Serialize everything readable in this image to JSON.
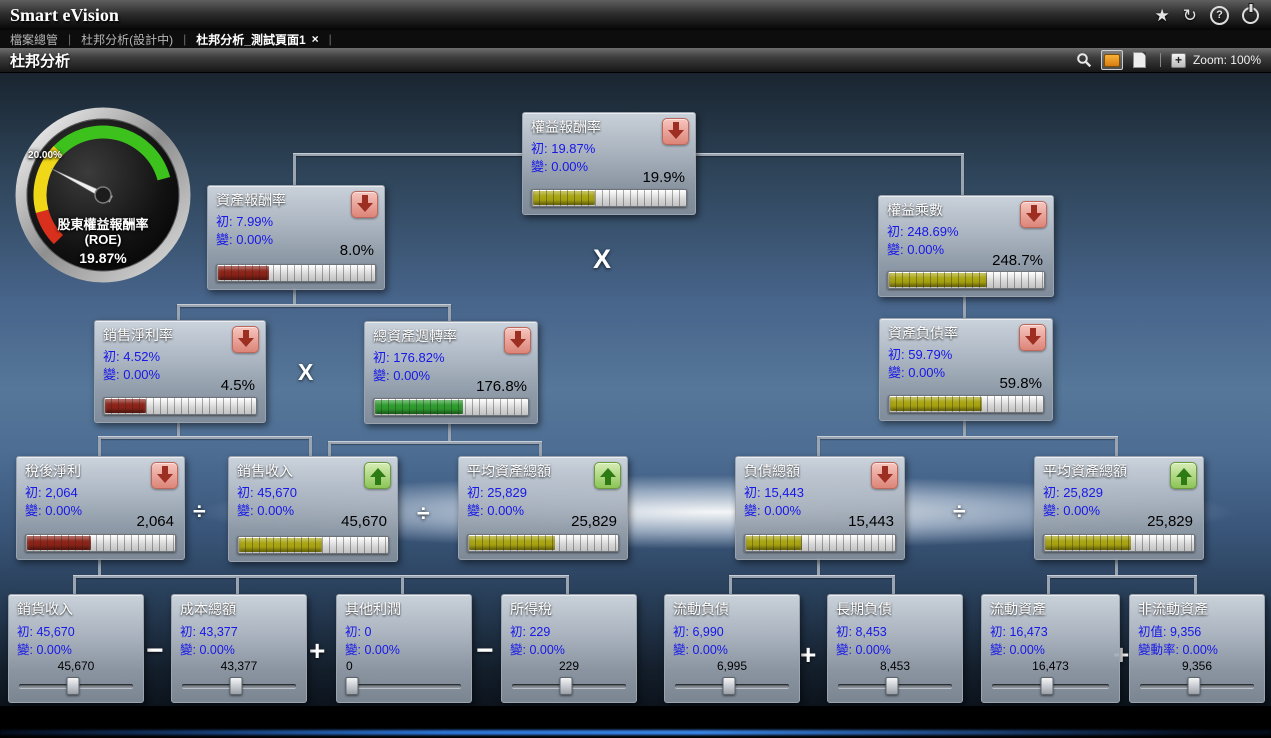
{
  "header": {
    "app_title": "Smart eVision",
    "icons": {
      "star": "★",
      "refresh": "↻",
      "help": "?"
    }
  },
  "tabs": {
    "separator": "|",
    "items": [
      {
        "label": "檔案總管",
        "active": false
      },
      {
        "label": "杜邦分析(設計中)",
        "active": false
      },
      {
        "label": "杜邦分析_測試頁面1",
        "active": true,
        "close": "×"
      }
    ]
  },
  "toolbar": {
    "page_title": "杜邦分析",
    "zoom_in": "+",
    "zoom_label": "Zoom: 100%"
  },
  "gauge": {
    "title_line1": "股東權益報酬率",
    "title_line2": "(ROE)",
    "value": "19.87%",
    "tick_label": "20.00%",
    "colors": {
      "low": "#d8301c",
      "mid": "#f0d818",
      "high": "#3dc11c"
    }
  },
  "operators": {
    "times": "X",
    "divide": "÷",
    "minus": "−",
    "plus": "+"
  },
  "nodes": {
    "equity_return": {
      "title": "權益報酬率",
      "init": "初: 19.87%",
      "change": "變: 0.00%",
      "value": "19.9%",
      "trend": "down",
      "fill_pct": 40,
      "fill_color": "#a9a411"
    },
    "roa": {
      "title": "資產報酬率",
      "init": "初: 7.99%",
      "change": "變: 0.00%",
      "value": "8.0%",
      "trend": "down",
      "fill_pct": 32,
      "fill_color": "#8c2318"
    },
    "equity_multiplier": {
      "title": "權益乘數",
      "init": "初: 248.69%",
      "change": "變: 0.00%",
      "value": "248.7%",
      "trend": "down",
      "fill_pct": 63,
      "fill_color": "#a9a411"
    },
    "net_margin": {
      "title": "銷售淨利率",
      "init": "初: 4.52%",
      "change": "變: 0.00%",
      "value": "4.5%",
      "trend": "down",
      "fill_pct": 27,
      "fill_color": "#8c2318"
    },
    "asset_turnover": {
      "title": "總資產週轉率",
      "init": "初: 176.82%",
      "change": "變: 0.00%",
      "value": "176.8%",
      "trend": "down",
      "fill_pct": 57,
      "fill_color": "#2e9b2e"
    },
    "debt_ratio": {
      "title": "資產負債率",
      "init": "初: 59.79%",
      "change": "變: 0.00%",
      "value": "59.8%",
      "trend": "down",
      "fill_pct": 60,
      "fill_color": "#a9a411"
    },
    "net_income": {
      "title": "稅後淨利",
      "init": "初: 2,064",
      "change": "變: 0.00%",
      "value": "2,064",
      "trend": "down",
      "fill_pct": 43,
      "fill_color": "#8c2318"
    },
    "sales_revenue": {
      "title": "銷售收入",
      "init": "初: 45,670",
      "change": "變: 0.00%",
      "value": "45,670",
      "trend": "up",
      "fill_pct": 55,
      "fill_color": "#a9a411"
    },
    "avg_assets_left": {
      "title": "平均資產總額",
      "init": "初: 25,829",
      "change": "變: 0.00%",
      "value": "25,829",
      "trend": "up",
      "fill_pct": 57,
      "fill_color": "#a9a411"
    },
    "total_liabilities": {
      "title": "負債總額",
      "init": "初: 15,443",
      "change": "變: 0.00%",
      "value": "15,443",
      "trend": "down",
      "fill_pct": 37,
      "fill_color": "#a9a411"
    },
    "avg_assets_right": {
      "title": "平均資產總額",
      "init": "初: 25,829",
      "change": "變: 0.00%",
      "value": "25,829",
      "trend": "up",
      "fill_pct": 57,
      "fill_color": "#a9a411"
    },
    "sales_income_detail": {
      "title": "銷貨收入",
      "init": "初: 45,670",
      "change": "變: 0.00%",
      "value": "45,670",
      "handle_pct": 47
    },
    "total_cost": {
      "title": "成本總額",
      "init": "初: 43,377",
      "change": "變: 0.00%",
      "value": "43,377",
      "handle_pct": 47
    },
    "other_profit": {
      "title": "其他利潤",
      "init": "初: 0",
      "change": "變: 0.00%",
      "value": "0",
      "handle_pct": 4
    },
    "income_tax": {
      "title": "所得稅",
      "init": "初: 229",
      "change": "變: 0.00%",
      "value": "229",
      "handle_pct": 47
    },
    "current_liabilities": {
      "title": "流動負債",
      "init": "初: 6,990",
      "change": "變: 0.00%",
      "value": "6,995",
      "handle_pct": 47
    },
    "long_term_liabilities": {
      "title": "長期負債",
      "init": "初: 8,453",
      "change": "變: 0.00%",
      "value": "8,453",
      "handle_pct": 47
    },
    "current_assets": {
      "title": "流動資產",
      "init": "初: 16,473",
      "change": "變: 0.00%",
      "value": "16,473",
      "handle_pct": 47
    },
    "non_current_assets": {
      "title": "非流動資產",
      "init": "初值: 9,356",
      "change": "變動率: 0.00%",
      "value": "9,356",
      "handle_pct": 47
    }
  }
}
